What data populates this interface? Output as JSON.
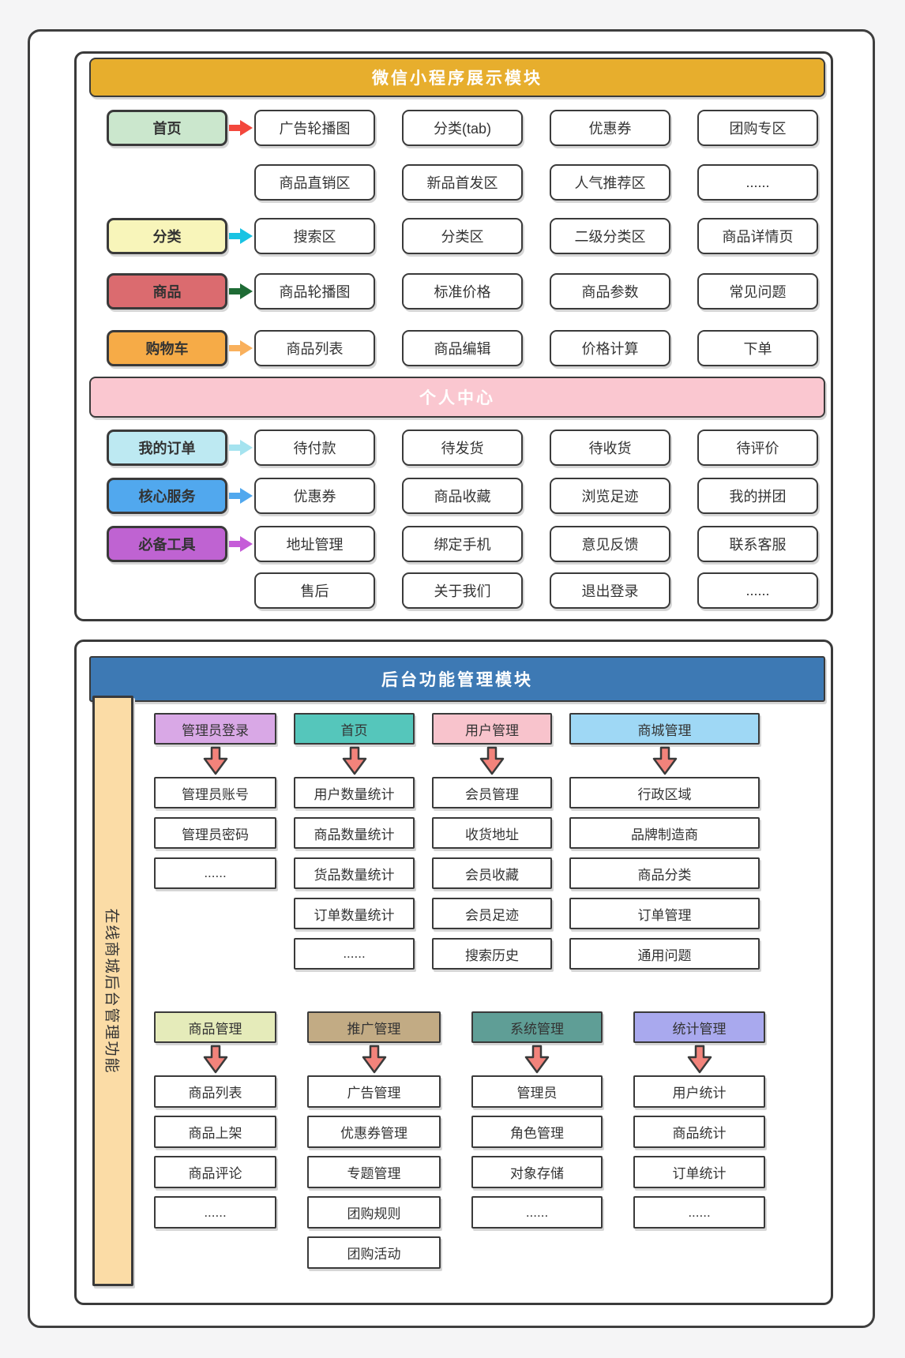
{
  "panel1": {
    "title": "微信小程序展示模块",
    "title_bg": "#E7AE2D",
    "rows": [
      {
        "label": "首页",
        "label_bg": "#CBE7CD",
        "arrow": "#F3473C",
        "items": [
          "广告轮播图",
          "分类(tab)",
          "优惠券",
          "团购专区"
        ]
      },
      {
        "items": [
          "商品直销区",
          "新品首发区",
          "人气推荐区",
          "......"
        ]
      },
      {
        "label": "分类",
        "label_bg": "#F8F5BA",
        "arrow": "#19C3E3",
        "items": [
          "搜索区",
          "分类区",
          "二级分类区",
          "商品详情页"
        ]
      },
      {
        "label": "商品",
        "label_bg": "#DB6B6F",
        "arrow": "#1E6B35",
        "items": [
          "商品轮播图",
          "标准价格",
          "商品参数",
          "常见问题"
        ]
      },
      {
        "label": "购物车",
        "label_bg": "#F6AB47",
        "arrow": "#F9B05C",
        "items": [
          "商品列表",
          "商品编辑",
          "价格计算",
          "下单"
        ]
      }
    ],
    "center_bar": {
      "label": "个人中心",
      "bg": "#FAC7D0"
    },
    "rows2": [
      {
        "label": "我的订单",
        "label_bg": "#BDE9F2",
        "arrow": "#A5E3EF",
        "items": [
          "待付款",
          "待发货",
          "待收货",
          "待评价"
        ]
      },
      {
        "label": "核心服务",
        "label_bg": "#51A8EE",
        "arrow": "#51A8EE",
        "items": [
          "优惠券",
          "商品收藏",
          "浏览足迹",
          "我的拼团"
        ]
      },
      {
        "label": "必备工具",
        "label_bg": "#BF63D2",
        "arrow": "#C55CD8",
        "items": [
          "地址管理",
          "绑定手机",
          "意见反馈",
          "联系客服"
        ]
      },
      {
        "items": [
          "售后",
          "关于我们",
          "退出登录",
          "......"
        ]
      }
    ]
  },
  "panel2": {
    "title": "后台功能管理模块",
    "title_bg": "#3D79B4",
    "side_label": "在线商城后台管理功能",
    "side_bg": "#FBDCA6",
    "arrow_fill": "#F2837B",
    "groups_top": [
      {
        "header": "管理员登录",
        "header_bg": "#D9A8E6",
        "items": [
          "管理员账号",
          "管理员密码",
          "......"
        ]
      },
      {
        "header": "首页",
        "header_bg": "#55C6BB",
        "items": [
          "用户数量统计",
          "商品数量统计",
          "货品数量统计",
          "订单数量统计",
          "......"
        ]
      },
      {
        "header": "用户管理",
        "header_bg": "#F8C3CC",
        "items": [
          "会员管理",
          "收货地址",
          "会员收藏",
          "会员足迹",
          "搜索历史"
        ]
      },
      {
        "header": "商城管理",
        "header_bg": "#9FD8F5",
        "items": [
          "行政区域",
          "品牌制造商",
          "商品分类",
          "订单管理",
          "通用问题"
        ]
      }
    ],
    "groups_bottom": [
      {
        "header": "商品管理",
        "header_bg": "#E5EBBA",
        "items": [
          "商品列表",
          "商品上架",
          "商品评论",
          "......"
        ]
      },
      {
        "header": "推广管理",
        "header_bg": "#C2AB84",
        "items": [
          "广告管理",
          "优惠券管理",
          "专题管理",
          "团购规则",
          "团购活动"
        ]
      },
      {
        "header": "系统管理",
        "header_bg": "#5F9E96",
        "items": [
          "管理员",
          "角色管理",
          "对象存储",
          "......"
        ]
      },
      {
        "header": "统计管理",
        "header_bg": "#A9A9EE",
        "items": [
          "用户统计",
          "商品统计",
          "订单统计",
          "......"
        ]
      }
    ]
  }
}
